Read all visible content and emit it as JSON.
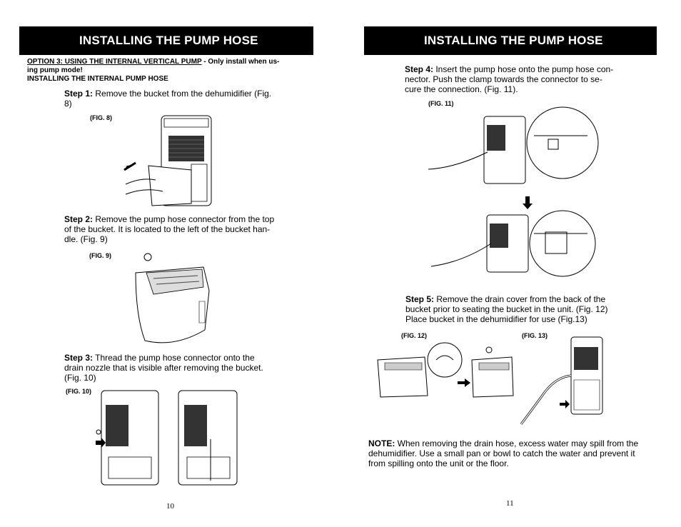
{
  "left": {
    "header": "INSTALLING THE PUMP HOSE",
    "option_title": "OPTION 3: USING THE INTERNAL VERTICAL PUMP",
    "option_note_1": " - Only install when us-",
    "option_note_2": "ing pump mode!",
    "subheading": "INSTALLING THE INTERNAL PUMP HOSE",
    "step1": {
      "label": "Step 1:",
      "line1": " Remove the bucket from the dehumidifier (Fig.",
      "line2": "8)"
    },
    "fig8": "(FIG. 8)",
    "step2": {
      "label": "Step 2:",
      "line1": " Remove the pump hose connector from the top",
      "line2": "of the bucket. It is located to the left of the bucket han-",
      "line3": "dle. (Fig. 9)"
    },
    "fig9": "(FIG. 9)",
    "step3": {
      "label": "Step 3:",
      "line1": " Thread the pump hose connector onto the",
      "line2": "drain nozzle that is visible after removing the bucket.",
      "line3": "(Fig. 10)"
    },
    "fig10": "(FIG. 10)",
    "page_number": "10"
  },
  "right": {
    "header": "INSTALLING THE PUMP HOSE",
    "step4": {
      "label": "Step 4:",
      "line1": " Insert the pump hose onto the pump hose con-",
      "line2": "nector. Push the clamp towards the connector to se-",
      "line3": "cure the connection. (Fig. 11)."
    },
    "fig11": "(FIG. 11)",
    "step5": {
      "label": "Step 5:",
      "line1": " Remove the drain cover from the back of the",
      "line2": "bucket prior to seating the bucket in the unit. (Fig. 12)",
      "line3": "Place bucket in the dehumidifier for use (Fig.13)"
    },
    "fig12": "(FIG. 12)",
    "fig13": "(FIG. 13)",
    "note": {
      "label": "NOTE:",
      "line1": " When removing the drain hose, excess water may spill from the",
      "line2": "dehumidifier. Use a small pan or bowl to catch the water and prevent it",
      "line3": "from spilling onto the unit or the floor."
    },
    "page_number": "11"
  }
}
